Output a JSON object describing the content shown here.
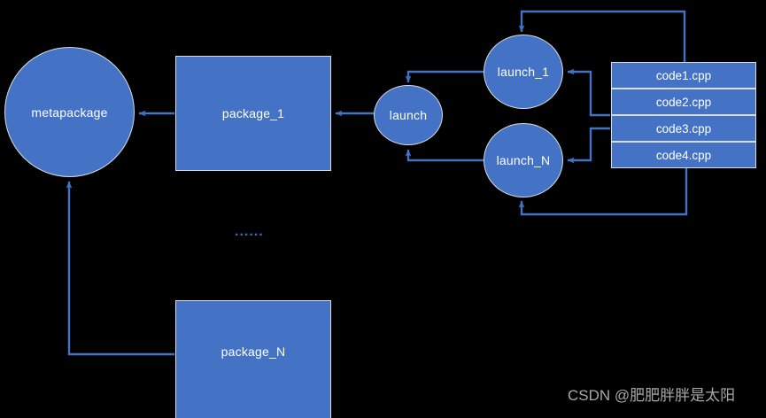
{
  "diagram": {
    "background_color": "#000000",
    "node_fill": "#4472C4",
    "node_border": "#D9DCE3",
    "arrow_color": "#4472C4",
    "label_color": "#FFFFFF",
    "nodes": {
      "metapackage": "metapackage",
      "package_1": "package_1",
      "package_n": "package_N",
      "launch": "launch",
      "launch_1": "launch_1",
      "launch_n": "launch_N"
    },
    "code_files": [
      {
        "label": "code1.cpp"
      },
      {
        "label": "code2.cpp"
      },
      {
        "label": "code3.cpp"
      },
      {
        "label": "code4.cpp"
      }
    ],
    "ellipsis": "......",
    "watermark": "CSDN @肥肥胖胖是太阳"
  }
}
